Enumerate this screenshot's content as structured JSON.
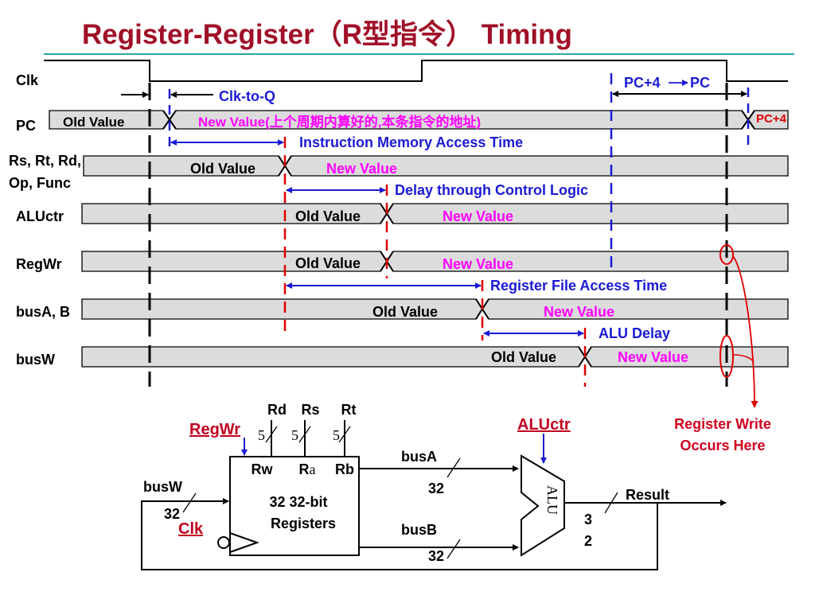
{
  "title": "Register-Register（R型指令） Timing",
  "signals": {
    "clk": "Clk",
    "pc": "PC",
    "rs_line1": "Rs, Rt, Rd,",
    "rs_line2": "Op, Func",
    "aluctr": "ALUctr",
    "regwr": "RegWr",
    "busab": "busA, B",
    "busw": "busW"
  },
  "values": {
    "old": "Old Value",
    "new": "New Value",
    "pc_new": "New Value(上个周期内算好的,本条指令的地址)",
    "pc_next": "PC+4"
  },
  "timing_annotations": {
    "clk_to_q": "Clk-to-Q",
    "imem": "Instruction Memory Access Time",
    "control": "Delay through Control Logic",
    "regfile": "Register File Access Time",
    "alu": "ALU Delay",
    "pc4_pc": "PC+4",
    "pc4_pc_b": "PC"
  },
  "datapath": {
    "rd": "Rd",
    "rs": "Rs",
    "rt": "Rt",
    "width5": "5",
    "regwr": "RegWr",
    "aluctr": "ALUctr",
    "rw": "Rw",
    "ra_r": "R",
    "ra_a": "a",
    "rb": "Rb",
    "reg_line1": "32 32-bit",
    "reg_line2": "Registers",
    "busa": "busA",
    "busb": "busB",
    "busw": "busW",
    "width32": "32",
    "result": "Result",
    "result_w1": "3",
    "result_w2": "2",
    "clk": "Clk",
    "alu": "ALU"
  },
  "write_note": {
    "line1": "Register Write",
    "line2": "Occurs Here"
  },
  "colors": {
    "title": "#a01028",
    "annotation_blue": "#1b1bd6",
    "new_value_magenta": "#ff00ff",
    "marker_red": "#e00000",
    "separator_teal": "#2aa8a8",
    "band_gray": "#dcdcdc"
  }
}
